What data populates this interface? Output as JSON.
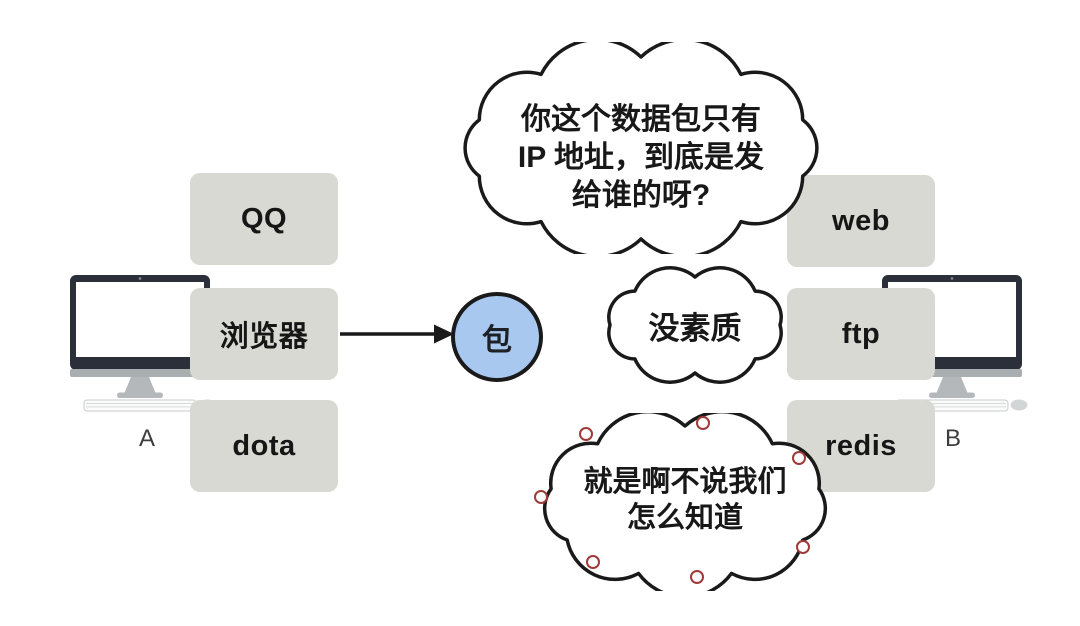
{
  "computers": {
    "a": {
      "label": "A"
    },
    "b": {
      "label": "B"
    }
  },
  "host_a_apps": [
    {
      "label": "QQ"
    },
    {
      "label": "浏览器"
    },
    {
      "label": "dota"
    }
  ],
  "host_b_apps": [
    {
      "label": "web"
    },
    {
      "label": "ftp"
    },
    {
      "label": "redis"
    }
  ],
  "packet": {
    "label": "包"
  },
  "speech_bubbles": {
    "top": {
      "lines": [
        "你这个数据包只有",
        "IP 地址，到底是发",
        "给谁的呀?"
      ]
    },
    "middle": {
      "lines": [
        "没素质"
      ]
    },
    "bottom": {
      "lines": [
        "就是啊不说我们",
        "怎么知道"
      ]
    }
  },
  "colors": {
    "app_box_fill": "#d9d9d3",
    "packet_fill": "#a8c8f0",
    "outline": "#1a1a1a",
    "selection_handle": "#9e3a38",
    "monitor_bezel": "#2b2f3a"
  }
}
